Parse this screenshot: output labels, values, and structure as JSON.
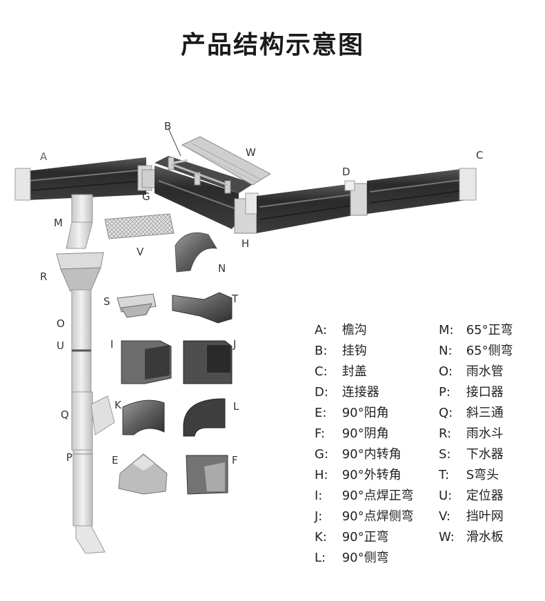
{
  "title": "产品结构示意图",
  "callouts": {
    "A": "A",
    "B": "B",
    "W": "W",
    "C": "C",
    "D": "D",
    "G": "G",
    "H": "H",
    "M": "M",
    "V": "V",
    "N": "N",
    "R": "R",
    "S": "S",
    "T": "T",
    "O": "O",
    "U": "U",
    "I": "I",
    "J": "J",
    "Q": "Q",
    "K": "K",
    "L": "L",
    "P": "P",
    "E": "E",
    "F": "F"
  },
  "legend_left": [
    {
      "code": "A:",
      "name": "檐沟"
    },
    {
      "code": "B:",
      "name": "挂钩"
    },
    {
      "code": "C:",
      "name": "封盖"
    },
    {
      "code": "D:",
      "name": "连接器"
    },
    {
      "code": "E:",
      "name": "90°阳角"
    },
    {
      "code": "F:",
      "name": "90°阴角"
    },
    {
      "code": "G:",
      "name": "90°内转角"
    },
    {
      "code": "H:",
      "name": "90°外转角"
    },
    {
      "code": "I:",
      "name": "90°点焊正弯"
    },
    {
      "code": "J:",
      "name": "90°点焊侧弯"
    },
    {
      "code": "K:",
      "name": "90°正弯"
    },
    {
      "code": "L:",
      "name": "90°侧弯"
    }
  ],
  "legend_right": [
    {
      "code": "M:",
      "name": "65°正弯"
    },
    {
      "code": "N:",
      "name": "65°侧弯"
    },
    {
      "code": "O:",
      "name": "雨水管"
    },
    {
      "code": "P:",
      "name": "接口器"
    },
    {
      "code": "Q:",
      "name": "斜三通"
    },
    {
      "code": "R:",
      "name": "雨水斗"
    },
    {
      "code": "S:",
      "name": "下水器"
    },
    {
      "code": "T:",
      "name": "S弯头"
    },
    {
      "code": "U:",
      "name": "定位器"
    },
    {
      "code": "V:",
      "name": "挡叶网"
    },
    {
      "code": "W:",
      "name": "滑水板"
    }
  ]
}
